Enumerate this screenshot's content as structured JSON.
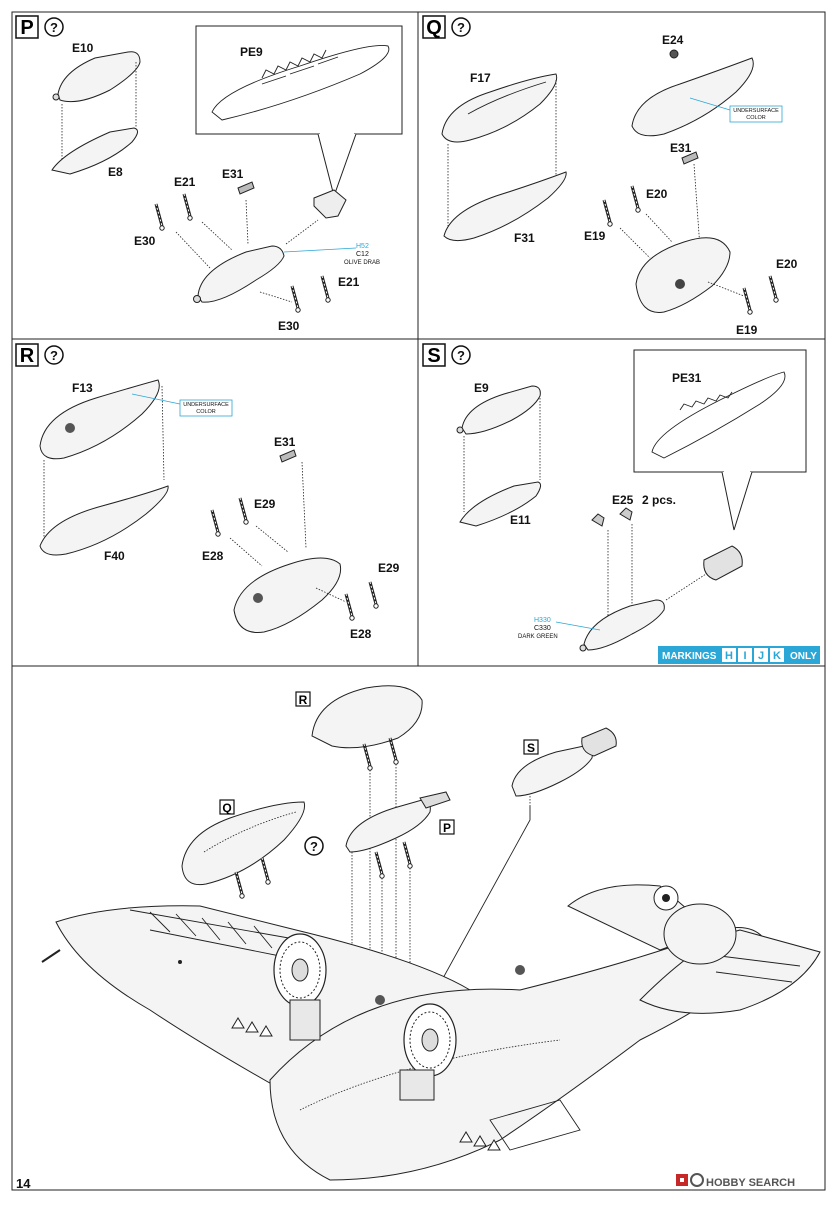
{
  "page_number": "14",
  "watermark": "HOBBY SEARCH",
  "steps": {
    "P": {
      "letter": "P",
      "parts": [
        "E10",
        "E8",
        "PE9",
        "E21",
        "E31",
        "E30",
        "E21",
        "E30"
      ],
      "color_callout": {
        "code1": "H52",
        "code2": "C12",
        "name": "OLIVE DRAB"
      }
    },
    "Q": {
      "letter": "Q",
      "parts": [
        "F17",
        "E24",
        "F31",
        "E31",
        "E20",
        "E19",
        "E20",
        "E19"
      ],
      "color_callout": {
        "line1": "UNDERSURFACE",
        "line2": "COLOR"
      }
    },
    "R": {
      "letter": "R",
      "parts": [
        "F13",
        "F40",
        "E31",
        "E29",
        "E28",
        "E29",
        "E28"
      ],
      "color_callout": {
        "line1": "UNDERSURFACE",
        "line2": "COLOR"
      }
    },
    "S": {
      "letter": "S",
      "parts": [
        "E9",
        "E11",
        "PE31",
        "E25",
        "2 pcs."
      ],
      "color_callout": {
        "code1": "H330",
        "code2": "C330",
        "name": "DARK GREEN"
      },
      "markings": {
        "label": "MARKINGS",
        "letters": [
          "H",
          "I",
          "J",
          "K"
        ],
        "suffix": "ONLY"
      }
    }
  },
  "assembly_labels": [
    "R",
    "S",
    "Q",
    "P"
  ],
  "colors": {
    "callout": "#2aa7d6",
    "markings_bg": "#2aa7d6",
    "line": "#222222"
  },
  "icons": [
    "question-circle-icon",
    "hobby-search-logo-icon"
  ]
}
